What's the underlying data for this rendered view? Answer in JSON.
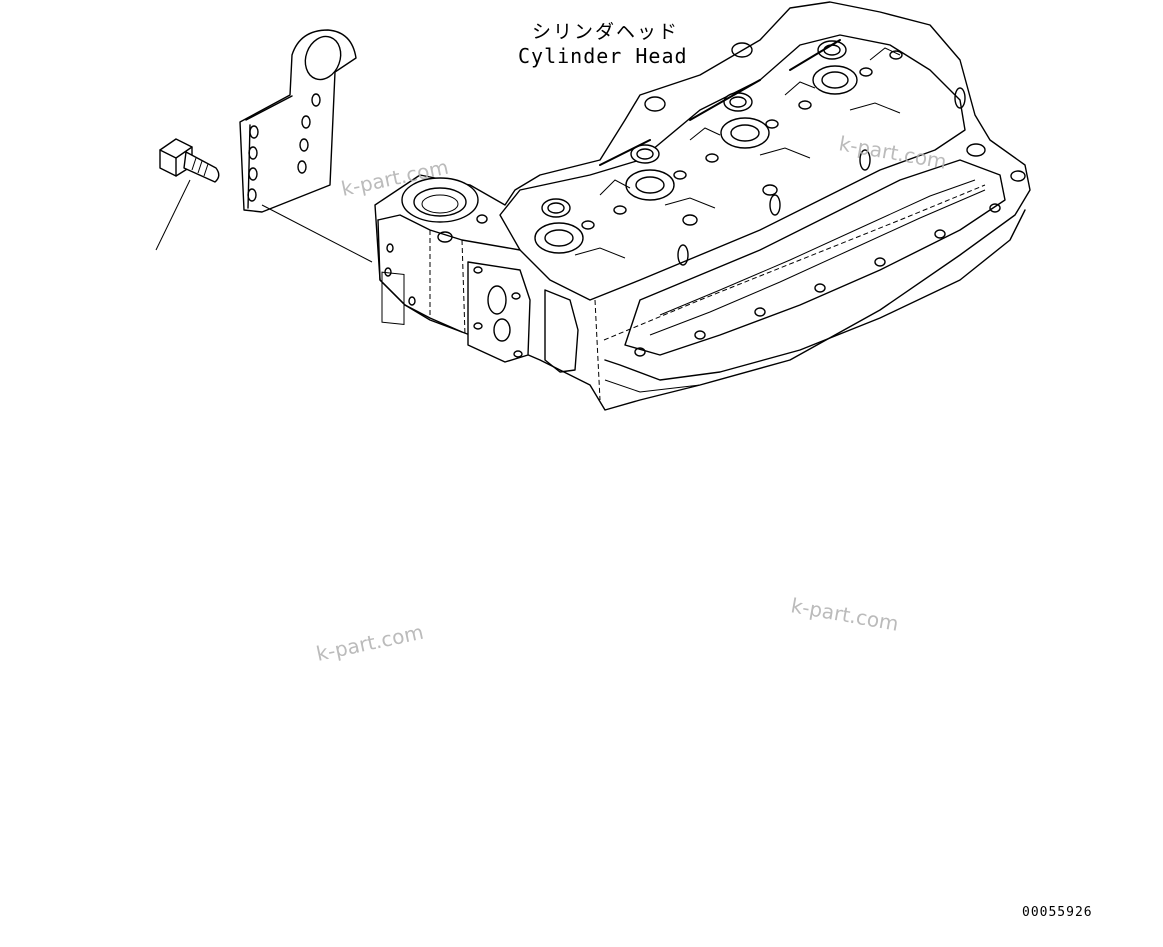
{
  "labels": {
    "part_name_jp": "シリンダヘッド",
    "part_name_en": "Cylinder Head"
  },
  "figure_number": "00055926",
  "watermarks": [
    "k-part.com",
    "k-part.com",
    "k-part.com",
    "k-part.com"
  ]
}
